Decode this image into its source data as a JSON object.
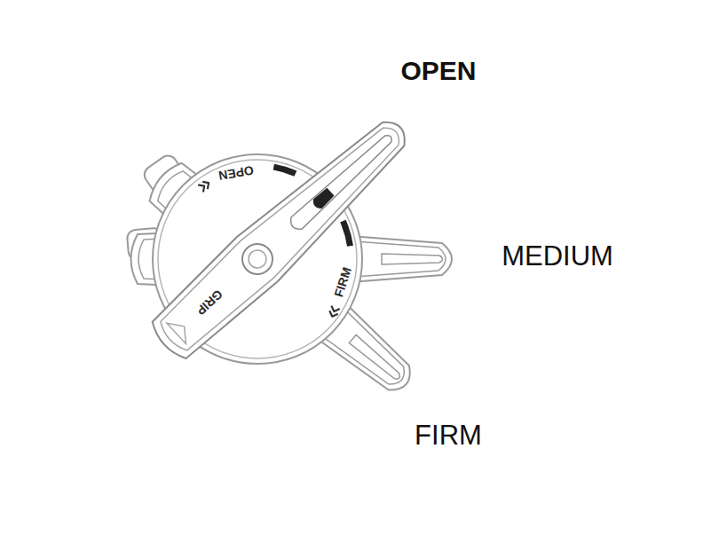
{
  "diagram": {
    "labels": [
      "OPEN",
      "MEDIUM",
      "FIRM",
      "OPEN",
      "FIRM",
      "GRIP"
    ]
  }
}
